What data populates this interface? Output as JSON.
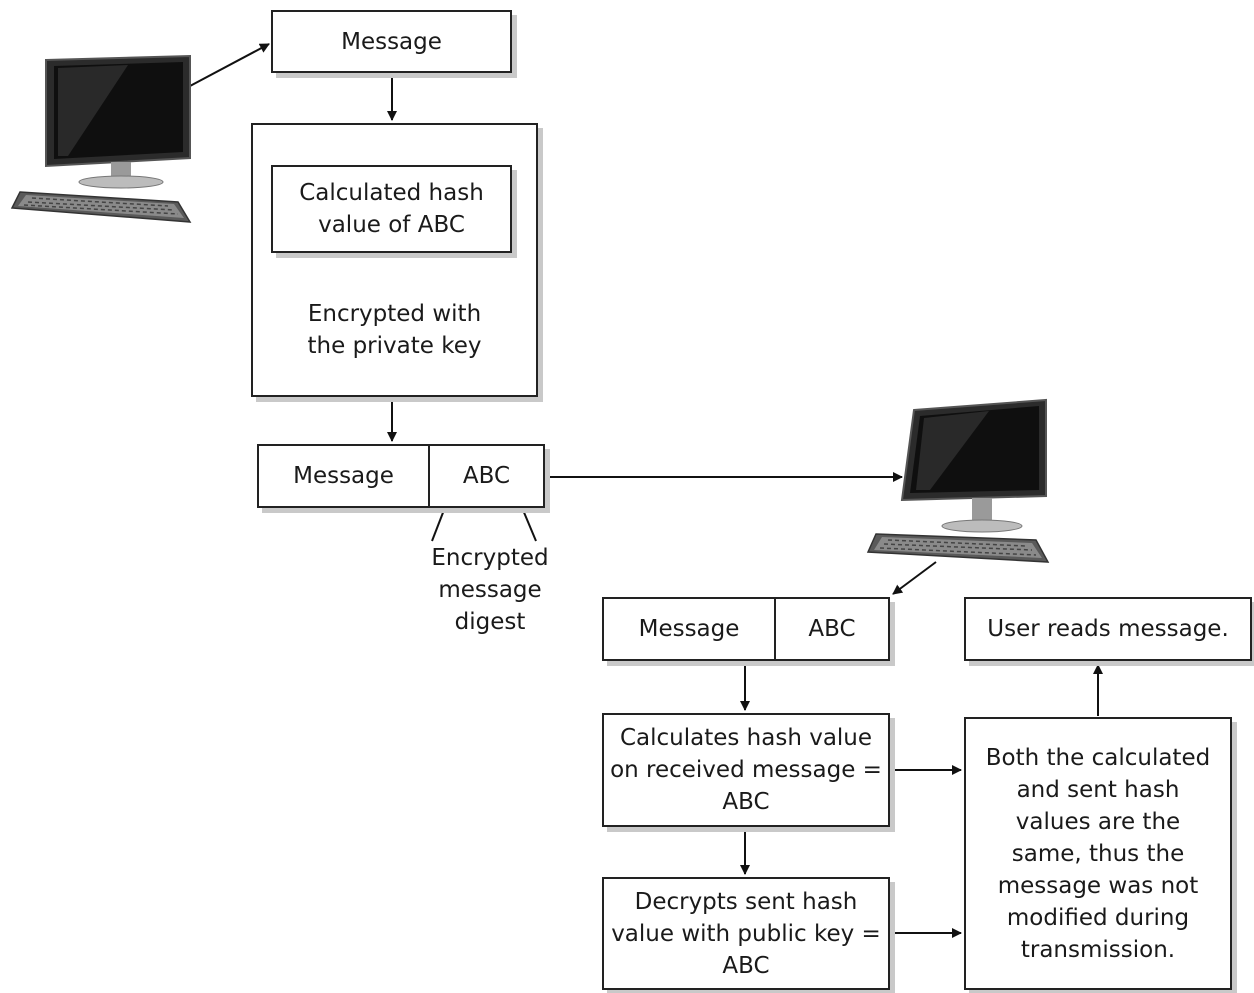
{
  "sender": {
    "message_box": "Message",
    "hash_box": "Calculated hash\nvalue of ABC",
    "encrypted_text": "Encrypted with\nthe private key",
    "bundle": {
      "message": "Message",
      "digest": "ABC"
    },
    "digest_label": "Encrypted\nmessage\ndigest"
  },
  "receiver": {
    "bundle": {
      "message": "Message",
      "digest": "ABC"
    },
    "calc_box": "Calculates hash value\non received message =\nABC",
    "decrypt_box": "Decrypts sent hash\nvalue with public key =\nABC",
    "compare_box": "Both the calculated\nand sent hash\nvalues are the\nsame, thus the\nmessage was not\nmodified during\ntransmission.",
    "result_box": "User reads message."
  },
  "icons": [
    "computer-icon",
    "keyboard-icon"
  ]
}
